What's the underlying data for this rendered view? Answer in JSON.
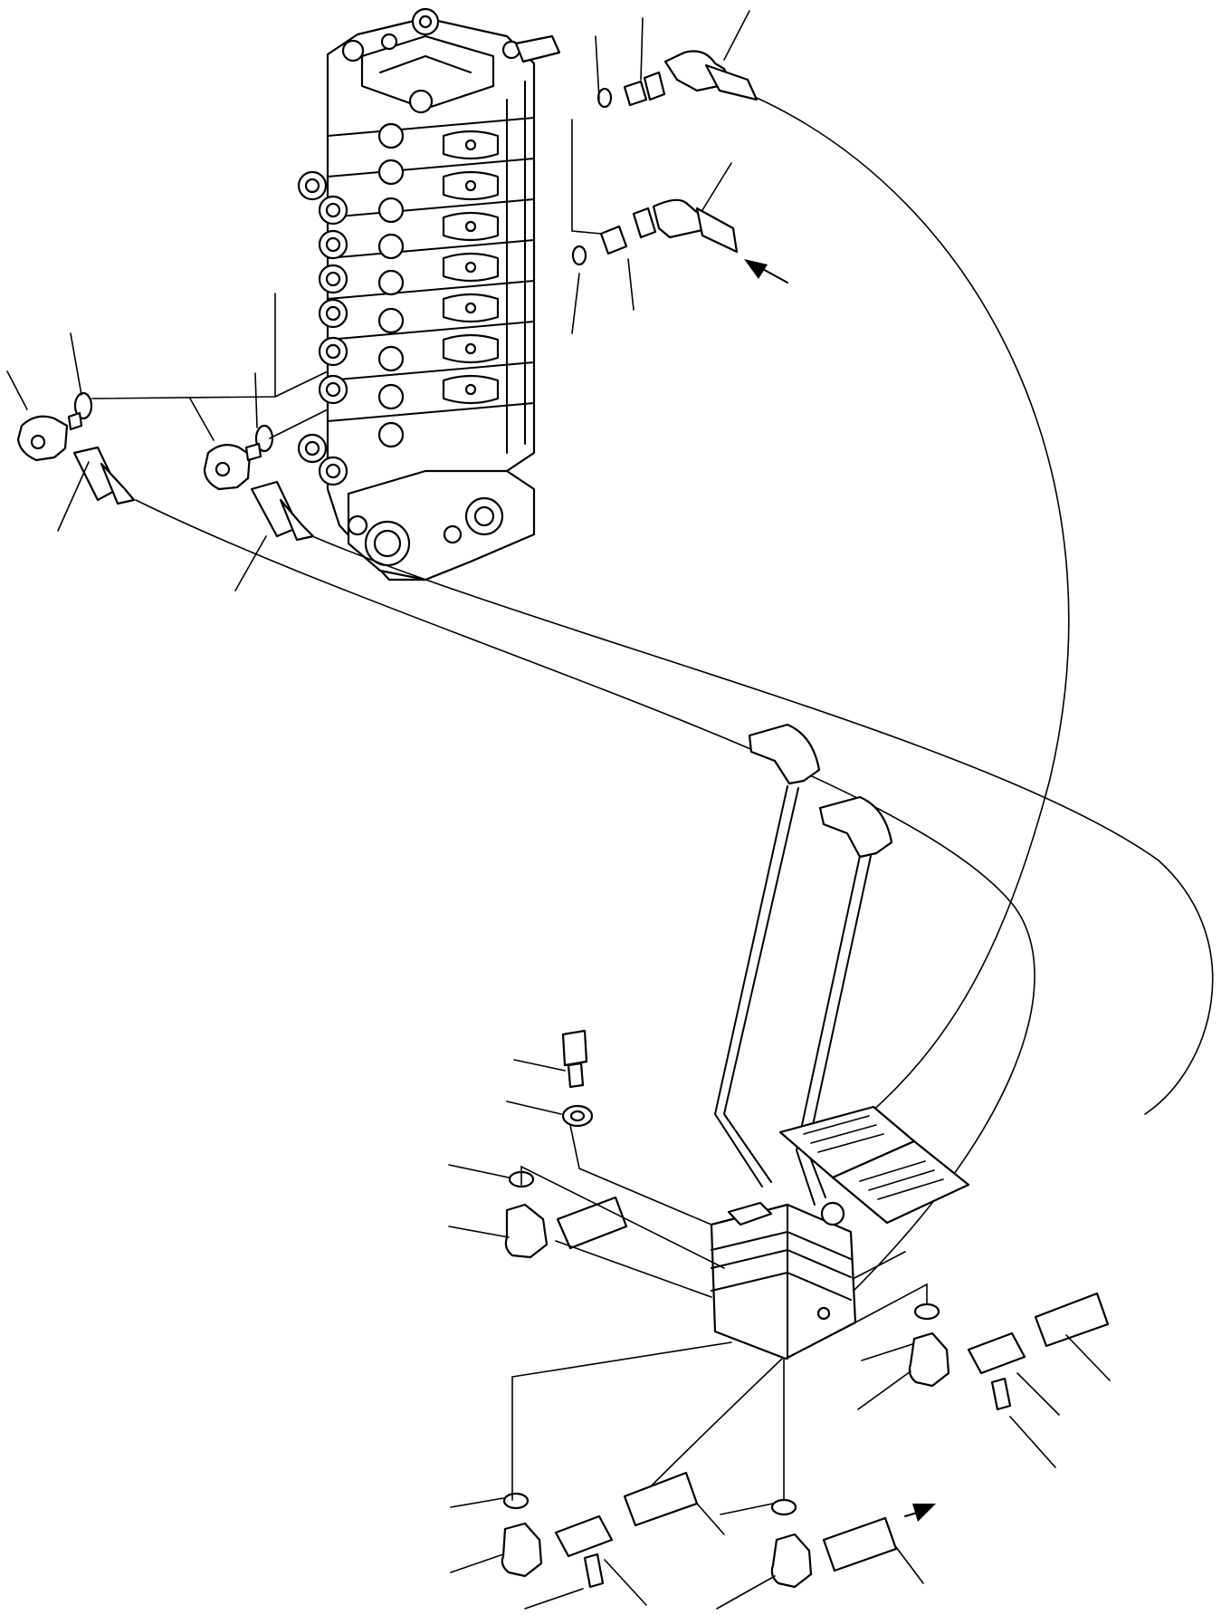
{
  "diagram": {
    "kind": "exploded parts illustration",
    "colors": {
      "line": "#000000",
      "background": "#ffffff"
    },
    "components": [
      "control-valve",
      "travel-lever-pedal-valve",
      "pilot-hose-set",
      "elbow-fittings",
      "o-rings",
      "adapters",
      "pressure-switches",
      "mounting-bolt",
      "washer"
    ],
    "callouts_visible": 33,
    "text_labels": []
  }
}
